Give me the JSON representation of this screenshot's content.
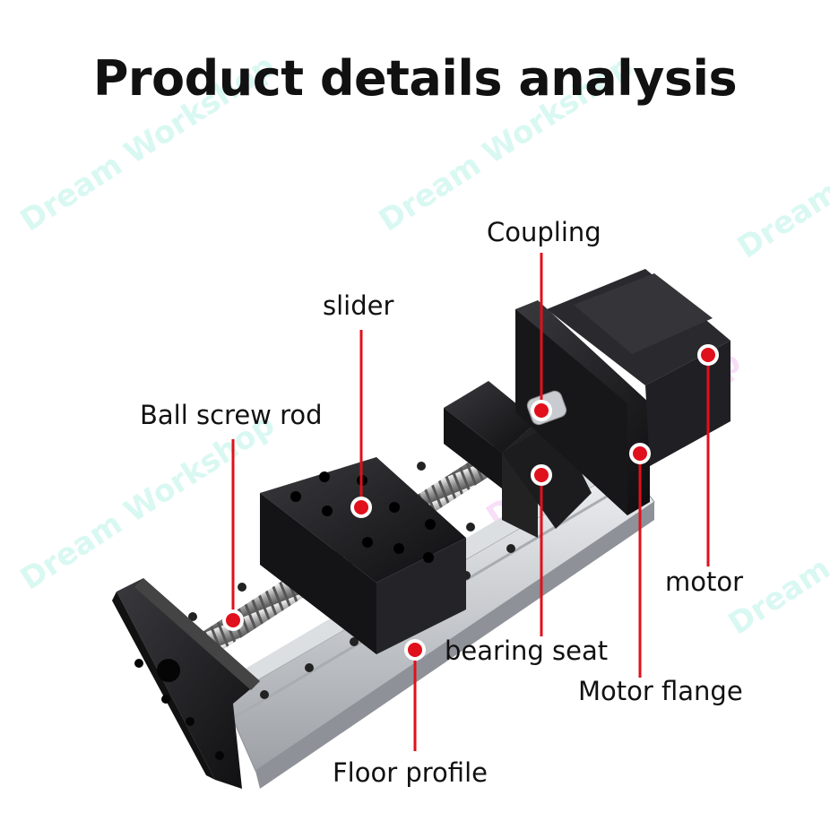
{
  "title": "Product details analysis",
  "labels": {
    "coupling": "Coupling",
    "slider": "slider",
    "ball_screw_rod": "Ball screw rod",
    "motor": "motor",
    "bearing_seat": "bearing seat",
    "motor_flange": "Motor flange",
    "floor_profile": "Floor profile"
  },
  "watermark": "Dream Workshop",
  "colors": {
    "marker": "#e0101c",
    "aluminum": "#c9ccd0",
    "black_part": "#1a1a1c"
  }
}
